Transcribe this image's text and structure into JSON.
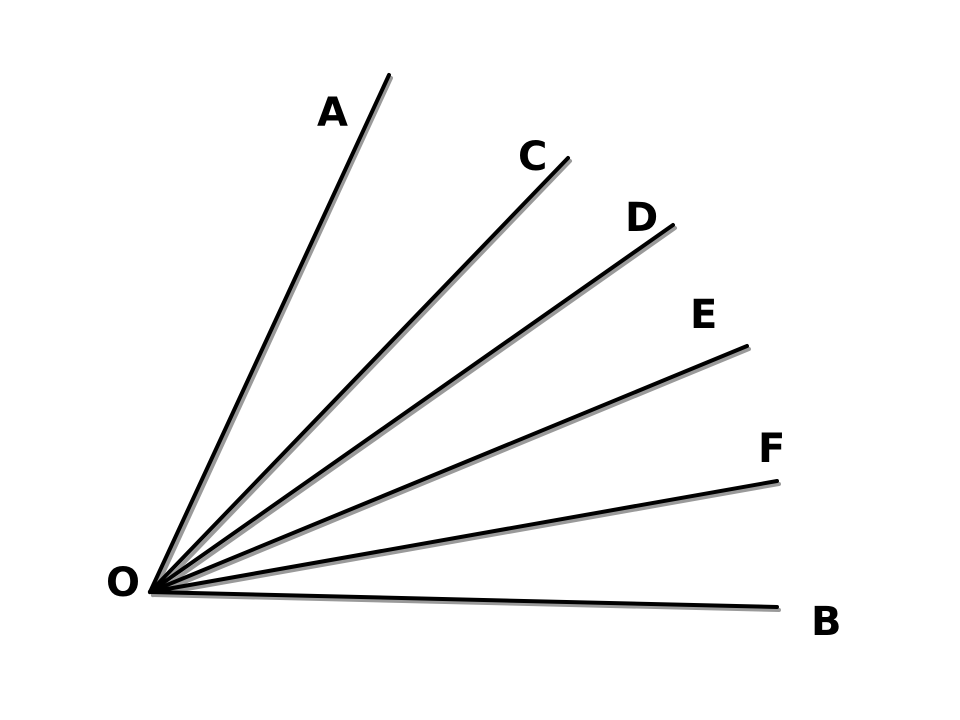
{
  "figure": {
    "vertex": "O",
    "rays": [
      {
        "id": "A",
        "label": "A"
      },
      {
        "id": "C",
        "label": "C"
      },
      {
        "id": "D",
        "label": "D"
      },
      {
        "id": "E",
        "label": "E"
      },
      {
        "id": "F",
        "label": "F"
      },
      {
        "id": "B",
        "label": "B"
      }
    ]
  },
  "colors": {
    "line": "#000000",
    "line_shadow": "#9a9a9a",
    "background": "#ffffff"
  }
}
